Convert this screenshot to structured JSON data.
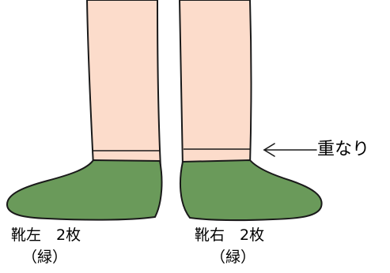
{
  "colors": {
    "skin": "#fcdccb",
    "sock": "#6a9a5a",
    "outline": "#1a1a1a",
    "background": "#ffffff"
  },
  "labels": {
    "left_sock_name": "靴左　2枚",
    "left_sock_color": "（緑）",
    "right_sock_name": "靴右　2枚",
    "right_sock_color": "（緑）",
    "overlap": "重なり"
  },
  "icons": {
    "overlap_pointer": "left-arrow-icon"
  }
}
